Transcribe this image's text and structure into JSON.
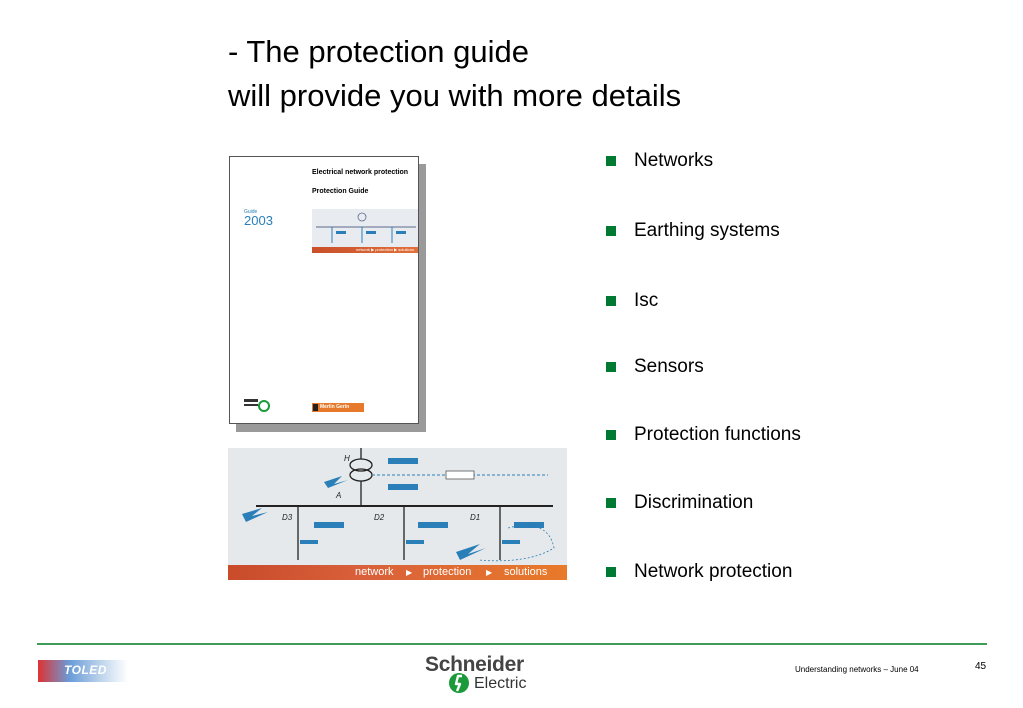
{
  "title": {
    "line1": "- The protection guide",
    "line2": "will provide you with more details"
  },
  "cover": {
    "heading": "Electrical network protection",
    "subheading": "Protection Guide",
    "guide_label": "Guide",
    "year": "2003",
    "bar_text": "network ▶ protection ▶ solutions",
    "brand_tag": "Merlin Gerin"
  },
  "banner": {
    "items": [
      "network",
      "protection",
      "solutions"
    ]
  },
  "bullets": [
    "Networks",
    "Earthing systems",
    "Isc",
    "Sensors",
    "Protection functions",
    "Discrimination",
    "Network protection"
  ],
  "footer": {
    "toled": "TOLED",
    "logo_line1": "Schneider",
    "logo_line2": "Electric",
    "caption": "Understanding networks – June 04",
    "page": "45"
  },
  "colors": {
    "bullet": "#007a33",
    "rule": "#3f9b58",
    "banner": "#d9603a",
    "accent_blue": "#2a7fb8"
  }
}
